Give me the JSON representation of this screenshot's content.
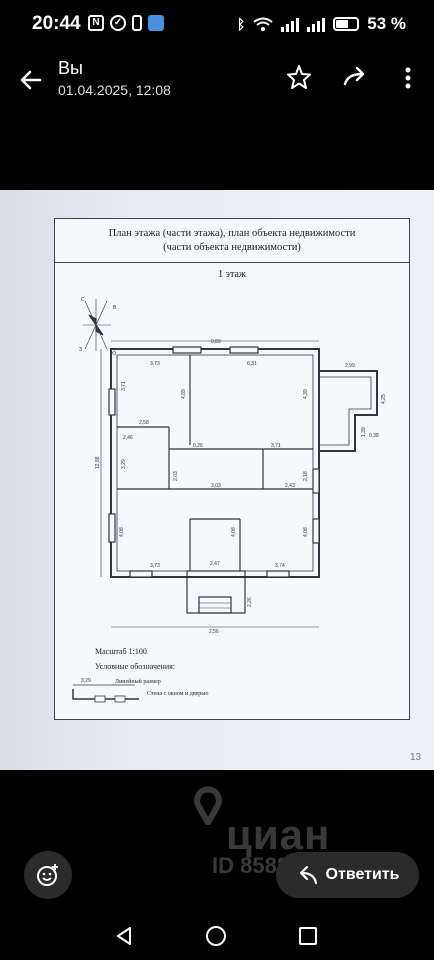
{
  "status": {
    "time": "20:44",
    "battery": "53 %"
  },
  "header": {
    "title": "Вы",
    "subtitle": "01.04.2025, 12:08"
  },
  "document": {
    "title_line1": "План этажа (части этажа), план объекта недвижимости",
    "title_line2": "(части объекта недвижимости)",
    "floor": "1 этаж",
    "compass": [
      "С",
      "В",
      "З",
      "Ю"
    ],
    "dimensions": [
      "0,89",
      "2,99",
      "3,73",
      "6,31",
      "3,71",
      "4,89",
      "4,39",
      "4,25",
      "2,58",
      "2,46",
      "3,29",
      "0,26",
      "3,71",
      "12,88",
      "2,03",
      "3,03",
      "2,43",
      "2,18",
      "1,39",
      "0,38",
      "4,08",
      "4,08",
      "4,08",
      "3,73",
      "2,47",
      "3,74",
      "2,26",
      "2,56"
    ],
    "scale": "Масштаб 1:100",
    "legend_title": "Условные обозначения:",
    "legend_linear": "Линейный размер",
    "legend_linear_sample": "3,29",
    "legend_wall": "Стена с окном и дверью",
    "page_mark": "13"
  },
  "watermark": {
    "brand": "циан",
    "id": "ID 85883061"
  },
  "actions": {
    "reply_label": "Ответить"
  },
  "icons": [
    "back-arrow-icon",
    "star-icon",
    "share-icon",
    "more-vert-icon",
    "emoji-icon",
    "reply-arrow-icon",
    "nav-back-icon",
    "nav-home-icon",
    "nav-recents-icon"
  ]
}
